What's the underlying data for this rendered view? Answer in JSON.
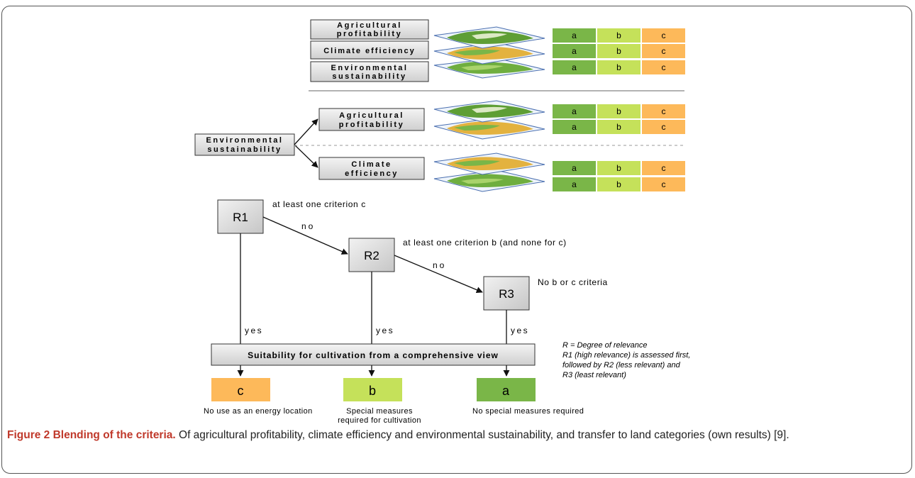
{
  "layers": [
    {
      "label_line1": "Agricultural",
      "label_line2": "profitability"
    },
    {
      "label_line1": "Climate efficiency",
      "label_line2": ""
    },
    {
      "label_line1": "Environmental",
      "label_line2": "sustainability"
    }
  ],
  "branch_source": {
    "label_line1": "Environmental",
    "label_line2": "sustainability"
  },
  "branch_targets": [
    {
      "label_line1": "Agricultural",
      "label_line2": "profitability"
    },
    {
      "label_line1": "Climate",
      "label_line2": "efficiency"
    }
  ],
  "categories": [
    "a",
    "b",
    "c"
  ],
  "colors": {
    "a": "#7ab648",
    "b": "#c5e15a",
    "c": "#fdb95a",
    "box_gray": "#d8d8d8",
    "caption_red": "#c0392b"
  },
  "relevance": [
    {
      "id": "R1",
      "condition": "at least one criterion c",
      "no_label": "no",
      "yes_label": "yes"
    },
    {
      "id": "R2",
      "condition": "at least one criterion b (and none for c)",
      "no_label": "no",
      "yes_label": "yes"
    },
    {
      "id": "R3",
      "condition": "No b or c criteria",
      "yes_label": "yes"
    }
  ],
  "suitability_bar": "Suitability for cultivation from a comprehensive view",
  "outcomes": [
    {
      "letter": "c",
      "line1": "No use as an energy location",
      "line2": ""
    },
    {
      "letter": "b",
      "line1": "Special measures",
      "line2": "required for cultivation"
    },
    {
      "letter": "a",
      "line1": "No special measures required",
      "line2": ""
    }
  ],
  "legend": [
    "R = Degree of relevance",
    "R1 (high relevance) is assessed first,",
    "followed by R2 (less relevant) and",
    "R3 (least relevant)"
  ],
  "caption": {
    "lead": "Figure 2 Blending of the criteria.",
    "text": " Of agricultural profitability, climate efficiency and environmental sustainability, and transfer to land categories (own results) [9]."
  }
}
